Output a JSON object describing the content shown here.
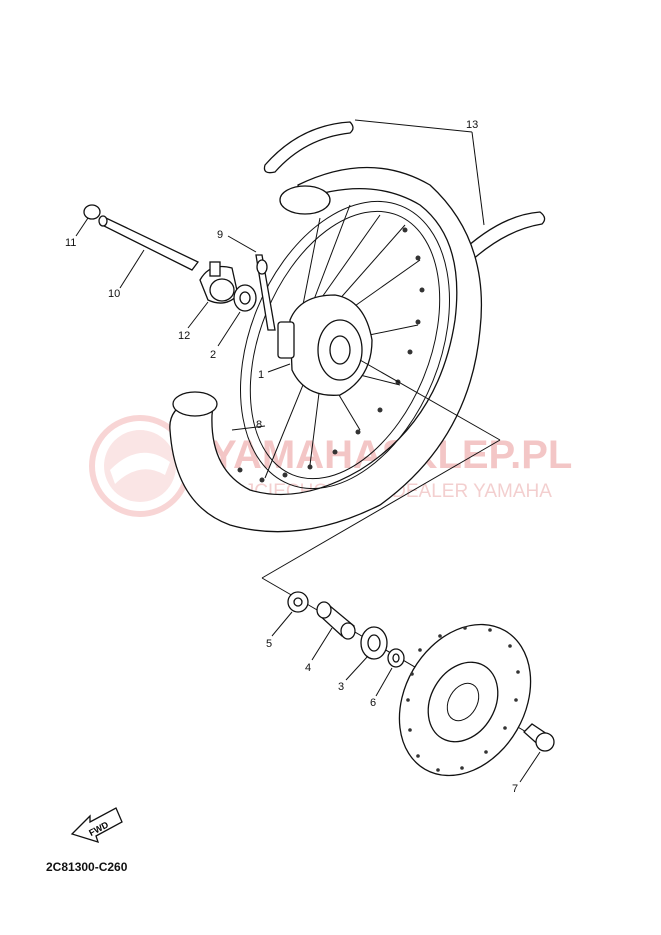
{
  "diagram": {
    "callouts": {
      "c1": "1",
      "c2": "2",
      "c3": "3",
      "c4": "4",
      "c5": "5",
      "c6": "6",
      "c7": "7",
      "c8": "8",
      "c9": "9",
      "c10": "10",
      "c11": "11",
      "c12": "12",
      "c13": "13"
    },
    "fwd_label": "FWD",
    "part_code": "2C81300-C260"
  },
  "watermark": {
    "title": "YAMAHASKLEP.PL",
    "subtitle": "WOJCIECHOWICZ | DEALER YAMAHA",
    "color": "#f0b4b4"
  }
}
